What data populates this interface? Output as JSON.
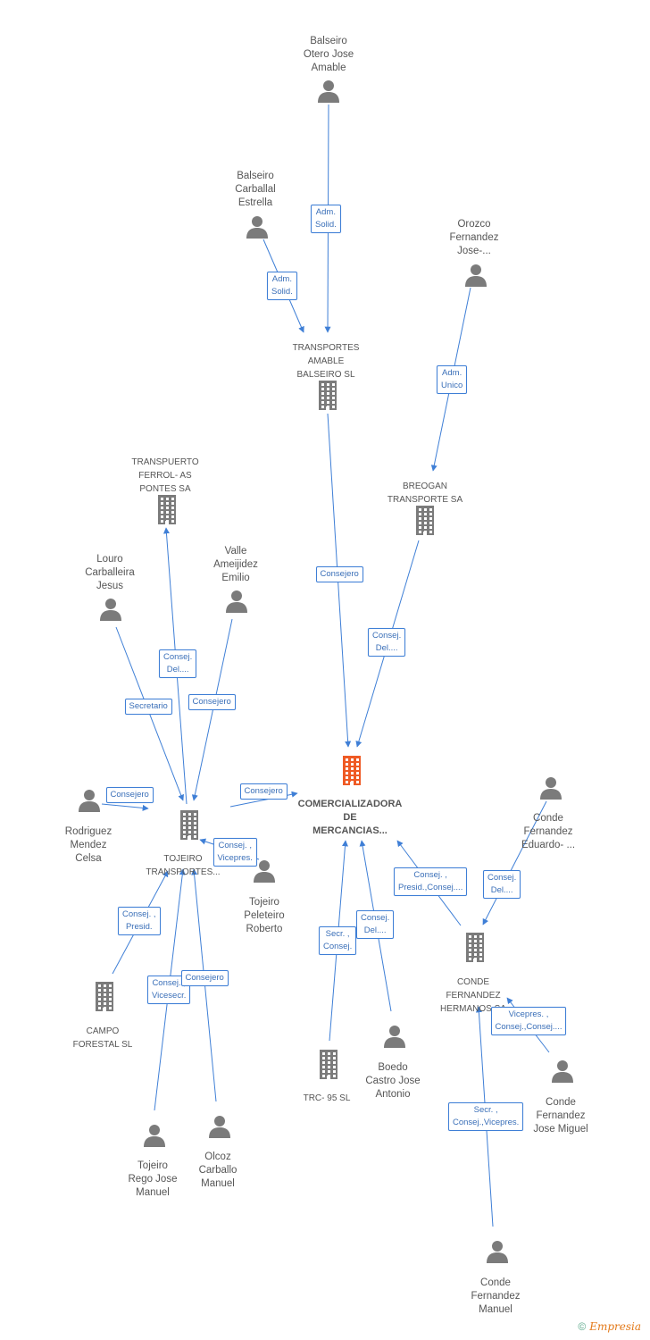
{
  "colors": {
    "edge": "#3f7fd6",
    "person": "#7b7b7b",
    "company": "#7b7b7b",
    "main_company": "#ef5a24"
  },
  "nodes": [
    {
      "id": "balseiro_otero",
      "type": "person",
      "label": "Balseiro\nOtero Jose\nAmable"
    },
    {
      "id": "balseiro_carballal",
      "type": "person",
      "label": "Balseiro\nCarballal\nEstrella"
    },
    {
      "id": "orozco",
      "type": "person",
      "label": "Orozco\nFernandez\nJose-..."
    },
    {
      "id": "transportes_amable",
      "type": "company",
      "label": "TRANSPORTES\nAMABLE\nBALSEIRO SL"
    },
    {
      "id": "breogan",
      "type": "company",
      "label": "BREOGAN\nTRANSPORTE SA"
    },
    {
      "id": "transpuerto",
      "type": "company",
      "label": "TRANSPUERTO\nFERROL- AS\nPONTES SA"
    },
    {
      "id": "louro",
      "type": "person",
      "label": "Louro\nCarballeira\nJesus"
    },
    {
      "id": "valle",
      "type": "person",
      "label": "Valle\nAmeijidez\nEmilio"
    },
    {
      "id": "main",
      "type": "main",
      "label": "COMERCIALIZADORA\nDE\nMERCANCIAS..."
    },
    {
      "id": "rodriguez",
      "type": "person",
      "label": "Rodriguez\nMendez\nCelsa"
    },
    {
      "id": "tojeiro_transportes",
      "type": "company",
      "label": "TOJEIRO\nTRANSPORTES..."
    },
    {
      "id": "tojeiro_peleteiro",
      "type": "person",
      "label": "Tojeiro\nPeleteiro\nRoberto"
    },
    {
      "id": "conde_eduardo",
      "type": "person",
      "label": "Conde\nFernandez\nEduardo- ..."
    },
    {
      "id": "conde_hermanos",
      "type": "company",
      "label": "CONDE\nFERNANDEZ\nHERMANOS SA"
    },
    {
      "id": "campo_forestal",
      "type": "company",
      "label": "CAMPO\nFORESTAL SL"
    },
    {
      "id": "trc95",
      "type": "company",
      "label": "TRC- 95 SL"
    },
    {
      "id": "boedo",
      "type": "person",
      "label": "Boedo\nCastro Jose\nAntonio"
    },
    {
      "id": "conde_jose_miguel",
      "type": "person",
      "label": "Conde\nFernandez\nJose Miguel"
    },
    {
      "id": "tojeiro_rego",
      "type": "person",
      "label": "Tojeiro\nRego Jose\nManuel"
    },
    {
      "id": "olcoz",
      "type": "person",
      "label": "Olcoz\nCarballo\nManuel"
    },
    {
      "id": "conde_manuel",
      "type": "person",
      "label": "Conde\nFernandez\nManuel"
    }
  ],
  "edges": [
    {
      "from": "balseiro_otero",
      "to": "transportes_amable",
      "role": "Adm.\nSolid."
    },
    {
      "from": "balseiro_carballal",
      "to": "transportes_amable",
      "role": "Adm.\nSolid."
    },
    {
      "from": "orozco",
      "to": "breogan",
      "role": "Adm.\nUnico"
    },
    {
      "from": "transportes_amable",
      "to": "main",
      "role": "Consejero"
    },
    {
      "from": "breogan",
      "to": "main",
      "role": "Consej.\nDel...."
    },
    {
      "from": "tojeiro_transportes",
      "to": "transpuerto",
      "role": "Consej.\nDel...."
    },
    {
      "from": "louro",
      "to": "tojeiro_transportes",
      "role": "Secretario"
    },
    {
      "from": "valle",
      "to": "tojeiro_transportes",
      "role": "Consejero"
    },
    {
      "from": "rodriguez",
      "to": "tojeiro_transportes",
      "role": "Consejero"
    },
    {
      "from": "tojeiro_transportes",
      "to": "main",
      "role": "Consejero"
    },
    {
      "from": "tojeiro_peleteiro",
      "to": "tojeiro_transportes",
      "role": "Consej. ,\nVicepres."
    },
    {
      "from": "campo_forestal",
      "to": "tojeiro_transportes",
      "role": "Consej. ,\nPresid."
    },
    {
      "from": "tojeiro_rego",
      "to": "tojeiro_transportes",
      "role": "Consej. ,\nVicesecr."
    },
    {
      "from": "olcoz",
      "to": "tojeiro_transportes",
      "role": "Consejero"
    },
    {
      "from": "trc95",
      "to": "main",
      "role": "Secr. ,\nConsej."
    },
    {
      "from": "boedo",
      "to": "main",
      "role": "Consej.\nDel...."
    },
    {
      "from": "conde_hermanos",
      "to": "main",
      "role": "Consej. ,\nPresid.,Consej...."
    },
    {
      "from": "conde_eduardo",
      "to": "conde_hermanos",
      "role": "Consej.\nDel...."
    },
    {
      "from": "conde_jose_miguel",
      "to": "conde_hermanos",
      "role": "Vicepres. ,\nConsej.,Consej...."
    },
    {
      "from": "conde_manuel",
      "to": "conde_hermanos",
      "role": "Secr. ,\nConsej.,Vicepres."
    }
  ],
  "footer": {
    "copyright": "©",
    "brand": "Empresia"
  }
}
